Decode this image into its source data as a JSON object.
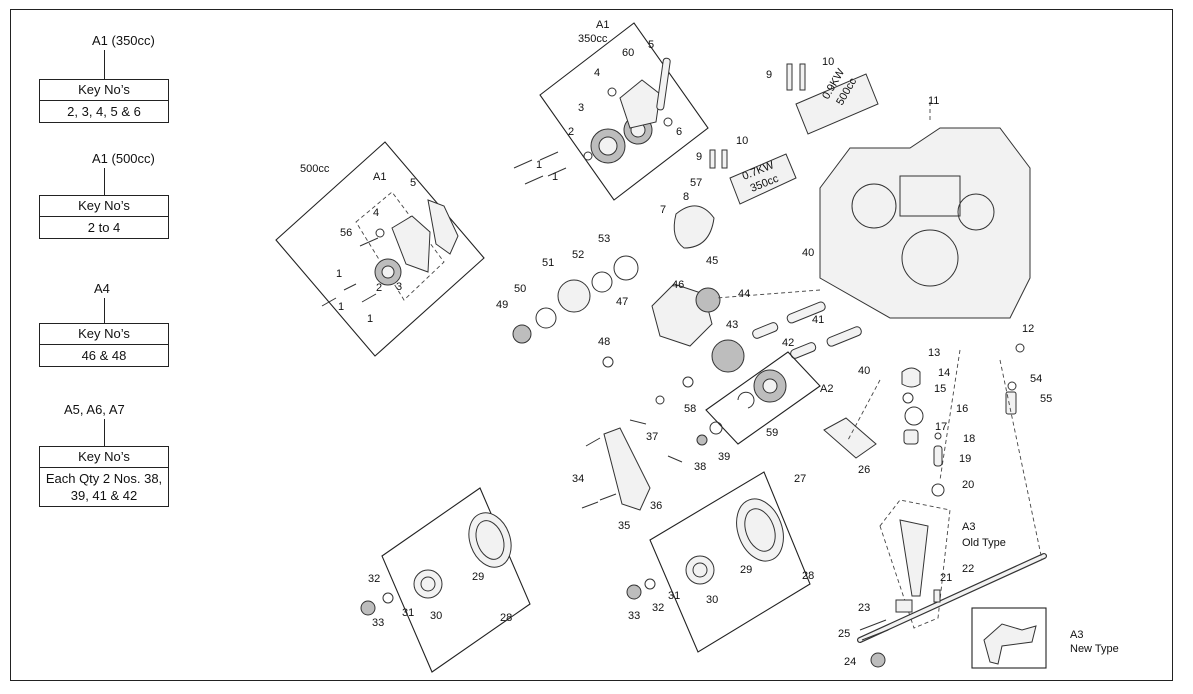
{
  "notes": [
    {
      "title": "A1 (350cc)",
      "header": "Key No’s",
      "value": "2, 3, 4, 5 & 6"
    },
    {
      "title": "A1  (500cc)",
      "header": "Key No’s",
      "value": "2 to 4"
    },
    {
      "title": "A4",
      "header": "Key No’s",
      "value": "46 & 48"
    },
    {
      "title": "A5, A6, A7",
      "header": "Key No’s",
      "value": "Each Qty 2 Nos. 38, 39, 41 & 42"
    }
  ],
  "box_labels": {
    "a1_350": "A1",
    "a1_350_sub": "350cc",
    "box_500": "500cc",
    "a1_500": "A1",
    "a2": "A2",
    "a3_old": "A3",
    "a3_old_sub": "Old Type",
    "a3_new": "A3",
    "a3_new_sub": "New Type"
  },
  "motor_labels": {
    "small": [
      "0.7KW",
      "350cc"
    ],
    "large": [
      "0.9KW",
      "500cc"
    ]
  },
  "callouts": [
    "1",
    "1",
    "1",
    "1",
    "1",
    "2",
    "2",
    "3",
    "3",
    "4",
    "4",
    "5",
    "5",
    "6",
    "60",
    "7",
    "8",
    "9",
    "9",
    "10",
    "10",
    "11",
    "12",
    "13",
    "14",
    "15",
    "16",
    "17",
    "18",
    "19",
    "20",
    "21",
    "22",
    "23",
    "24",
    "25",
    "26",
    "27",
    "28",
    "28",
    "29",
    "29",
    "30",
    "30",
    "31",
    "31",
    "32",
    "32",
    "33",
    "33",
    "34",
    "35",
    "36",
    "37",
    "38",
    "39",
    "40",
    "40",
    "41",
    "42",
    "43",
    "44",
    "45",
    "46",
    "47",
    "48",
    "49",
    "50",
    "51",
    "52",
    "53",
    "54",
    "55",
    "56",
    "57",
    "58",
    "59"
  ]
}
